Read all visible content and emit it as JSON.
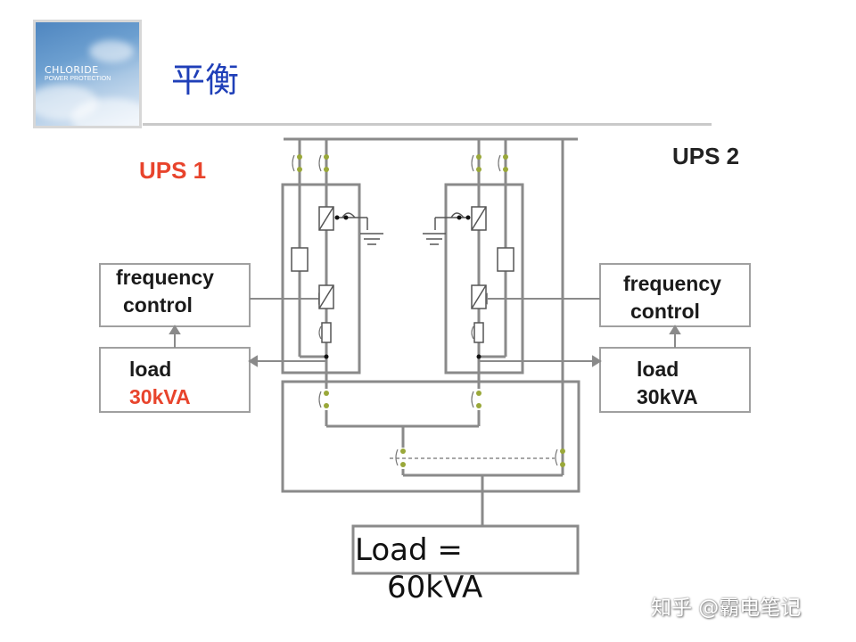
{
  "header": {
    "logo_brand": "CHLORIDE",
    "logo_sub": "POWER PROTECTION",
    "title": "平衡"
  },
  "diagram": {
    "ups1_label": "UPS 1",
    "ups2_label": "UPS 2",
    "left_freq": [
      "frequency",
      "control"
    ],
    "right_freq": [
      "frequency",
      "control"
    ],
    "left_load": [
      "load",
      "30kVA"
    ],
    "right_load": [
      "load",
      "30kVA"
    ],
    "total_load": [
      "Load =",
      "60kVA"
    ]
  },
  "colors": {
    "title_blue": "#1f3fb8",
    "ups1_red": "#e8442c",
    "line_gray": "#808080",
    "switch_green": "#9aa83a"
  },
  "watermark": "知乎 @霸电笔记"
}
